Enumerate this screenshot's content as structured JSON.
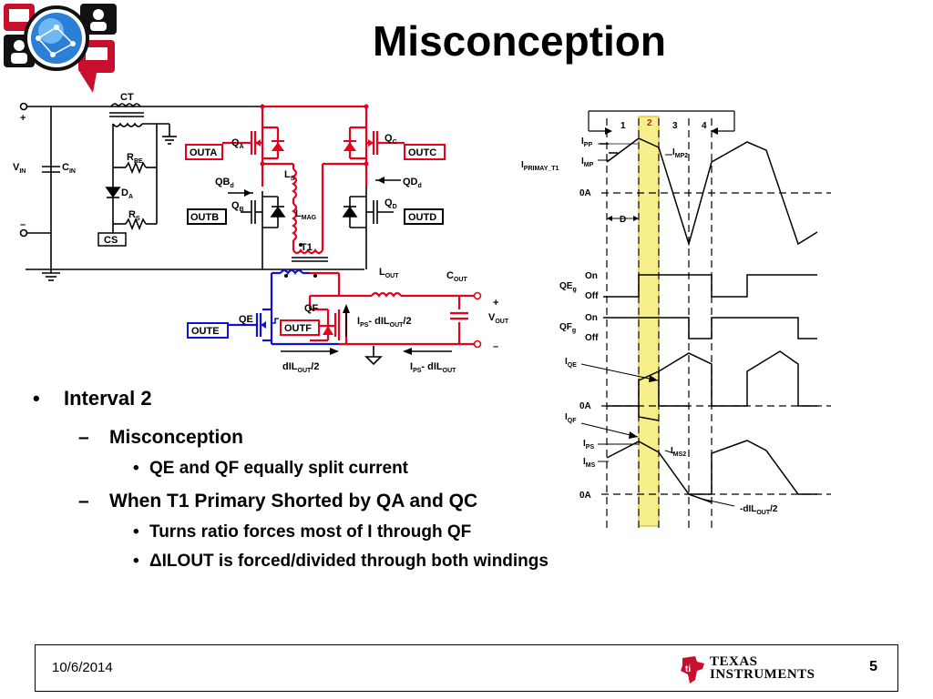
{
  "slide": {
    "title": "Misconception",
    "date": "10/6/2014",
    "page_number": "5",
    "logo": {
      "company_line1": "Texas",
      "company_line2": "Instruments"
    }
  },
  "bullets": {
    "b1": "Interval 2",
    "b1_1": "Misconception",
    "b1_1_1": "QE and QF equally split current",
    "b1_2": "When T1 Primary Shorted by QA and QC",
    "b1_2_1": "Turns ratio forces most of I through QF",
    "b1_2_2": "ΔILOUT is forced/divided through both windings",
    "marker_l1": "•",
    "marker_l2": "–",
    "marker_l3": "•"
  },
  "circuit": {
    "ct": "CT",
    "plus_in": "+",
    "minus_in": "–",
    "vin": {
      "main": "V",
      "sub": "IN"
    },
    "cin": {
      "main": "C",
      "sub": "IN"
    },
    "rre": {
      "main": "R",
      "sub": "RE"
    },
    "da": {
      "main": "D",
      "sub": "A"
    },
    "rs": {
      "main": "R",
      "sub": "S"
    },
    "cs": "CS",
    "qa": {
      "main": "Q",
      "sub": "A"
    },
    "qb": {
      "main": "Q",
      "sub": "B"
    },
    "qc": {
      "main": "Q",
      "sub": "C"
    },
    "qd": {
      "main": "Q",
      "sub": "D"
    },
    "qbd": {
      "main": "QB",
      "sub": "d"
    },
    "qdd": {
      "main": "QD",
      "sub": "d"
    },
    "outa": "OUTA",
    "outb": "OUTB",
    "outc": "OUTC",
    "outd": "OUTD",
    "ls": {
      "main": "L",
      "sub": "S"
    },
    "lmag": {
      "main": "L",
      "sub": "MAG"
    },
    "t1": "T1",
    "lout": {
      "main": "L",
      "sub": "OUT"
    },
    "cout": {
      "main": "C",
      "sub": "OUT"
    },
    "plus_out": "+",
    "minus_out": "–",
    "vout": {
      "main": "V",
      "sub": "OUT"
    },
    "qe": "QE",
    "qf": "QF",
    "oute": "OUTE",
    "outf": "OUTF",
    "ips_label": {
      "a": "I",
      "a_sub": "PS",
      "b": "- dIL",
      "b_sub": "OUT",
      "c": "/2"
    },
    "dil_label": {
      "a": "dIL",
      "a_sub": "OUT",
      "b": "/2"
    },
    "ips2_label": {
      "a": "I",
      "a_sub": "PS",
      "b": "- dIL",
      "b_sub": "OUT"
    }
  },
  "waveform": {
    "intervals": [
      "1",
      "2",
      "3",
      "4"
    ],
    "ipp": {
      "main": "I",
      "sub": "PP"
    },
    "imp2": {
      "main": "I",
      "sub": "MP2"
    },
    "imp": {
      "main": "I",
      "sub": "MP"
    },
    "iprimary": {
      "main": "I",
      "sub": "PRIMAY_T1"
    },
    "zero_a_1": "0A",
    "d": "D",
    "qeg": {
      "main": "QE",
      "sub": "g"
    },
    "qfg": {
      "main": "QF",
      "sub": "g"
    },
    "on1": "On",
    "off1": "Off",
    "on2": "On",
    "off2": "Off",
    "iqe": {
      "main": "I",
      "sub": "QE"
    },
    "zero_a_2": "0A",
    "iqf": {
      "main": "I",
      "sub": "QF"
    },
    "ips": {
      "main": "I",
      "sub": "PS"
    },
    "ims2": {
      "main": "I",
      "sub": "MS2"
    },
    "ims": {
      "main": "I",
      "sub": "MS"
    },
    "zero_a_3": "0A",
    "dilout": {
      "a": "-dIL",
      "sub": "OUT",
      "b": "/2"
    }
  },
  "colors": {
    "red": "#e8001c",
    "blue": "#1010d8",
    "highlight": "#f7ef8c",
    "highlight_border": "#c8b400"
  }
}
